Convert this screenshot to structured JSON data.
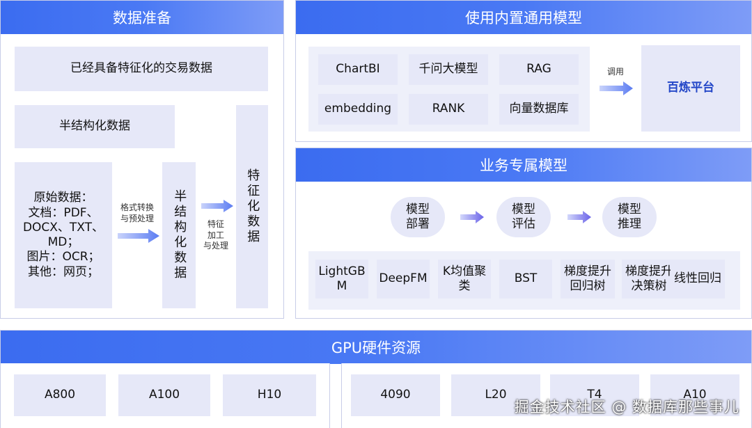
{
  "data_prep": {
    "title": "数据准备",
    "box_traded": "已经具备特征化的交易数据",
    "box_semi": "半结构化数据",
    "raw": {
      "line1": "原始数据：",
      "line2": "文档：PDF、",
      "line3": "DOCX、TXT、",
      "line4": "MD；",
      "line5": "图片：OCR；",
      "line6": "其他：网页；"
    },
    "arrow1_label_line1": "格式转换",
    "arrow1_label_line2": "与预处理",
    "semi_vertical": "半结构化数据",
    "arrow2_label_line1": "特征",
    "arrow2_label_line2": "加工",
    "arrow2_label_line3": "与处理",
    "feature_vertical": "特征化数据"
  },
  "builtin": {
    "title": "使用内置通用模型",
    "models": [
      "ChartBI",
      "千问大模型",
      "RAG",
      "embedding",
      "RANK",
      "向量数据库"
    ],
    "call_label": "调用",
    "platform": "百炼平台"
  },
  "business": {
    "title": "业务专属模型",
    "steps": [
      {
        "line1": "模型",
        "line2": "部署"
      },
      {
        "line1": "模型",
        "line2": "评估"
      },
      {
        "line1": "模型",
        "line2": "推理"
      }
    ],
    "models": [
      {
        "line1": "LightGB",
        "line2": "M"
      },
      {
        "line1": "DeepFM",
        "line2": ""
      },
      {
        "line1": "K均值聚",
        "line2": "类"
      },
      {
        "line1": "BST",
        "line2": ""
      },
      {
        "line1": "梯度提升",
        "line2": "回归树"
      },
      {
        "line1": "梯度提升",
        "line2": "决策树"
      },
      {
        "line1": "线性回归",
        "line2": ""
      }
    ]
  },
  "gpu": {
    "title": "GPU硬件资源",
    "left": [
      "A800",
      "A100",
      "H10"
    ],
    "right": [
      "4090",
      "L20",
      "T4",
      "A10"
    ]
  },
  "watermark": "掘金技术社区 @ 数据库那些事儿",
  "colors": {
    "header_blue": "#3b6cf0",
    "box_fill": "#e6e8f8",
    "arrow_blue": "#5b7cf2"
  }
}
